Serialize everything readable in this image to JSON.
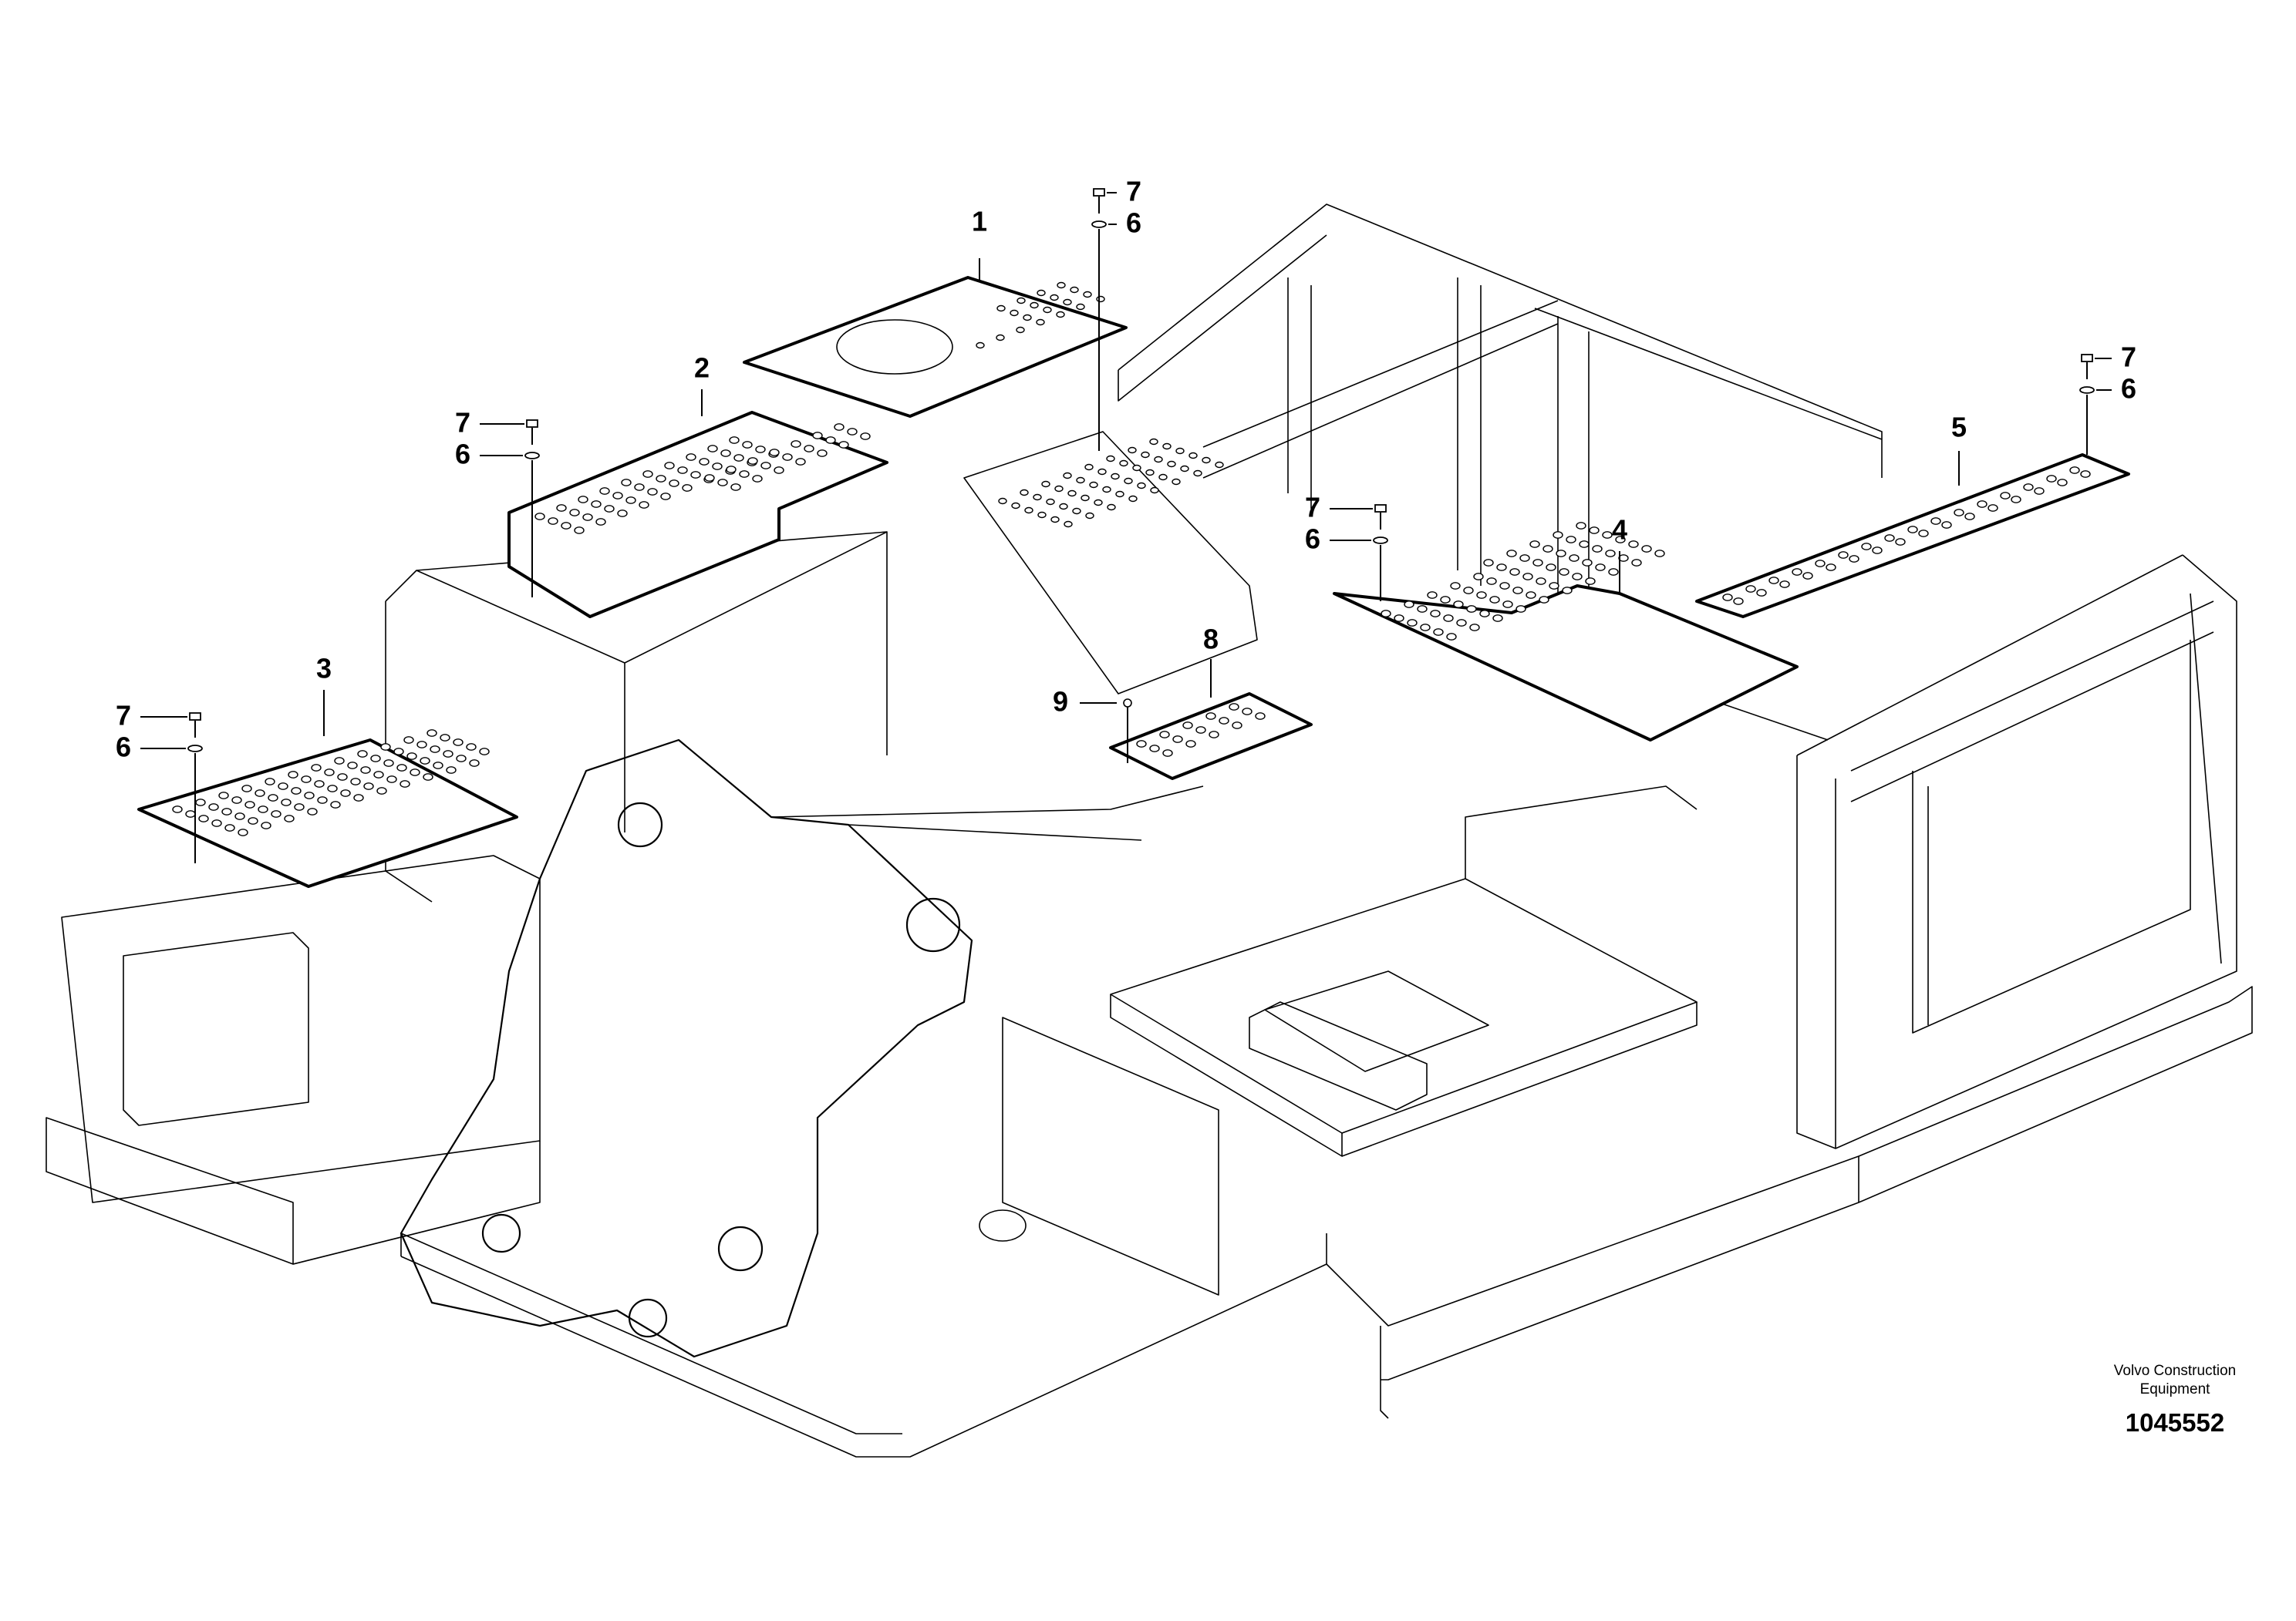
{
  "callouts": {
    "plate_1": "1",
    "plate_2": "2",
    "plate_3": "3",
    "plate_4": "4",
    "plate_5": "5",
    "plate_8": "8",
    "screw_9": "9",
    "screw_7": "7",
    "washer_6": "6"
  },
  "footer": {
    "manufacturer_line1": "Volvo Construction",
    "manufacturer_line2": "Equipment",
    "document_number": "1045552"
  }
}
